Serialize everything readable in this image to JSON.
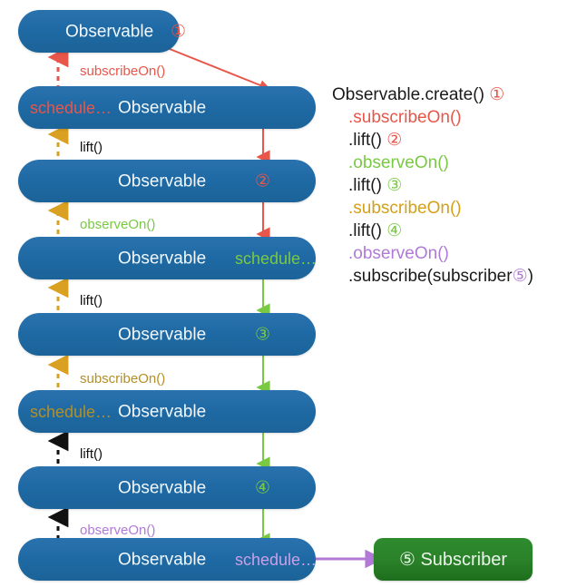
{
  "diagram": {
    "title": "RxJava Observable subscribeOn / observeOn chain",
    "colors": {
      "pill_blue": "#1f6aa5",
      "subscriber_green": "#2a8229",
      "red": "#e8564a",
      "gold": "#d9a021",
      "green": "#7ac943",
      "purple": "#b07ad6",
      "black": "#111111",
      "white": "#f2f7fb"
    },
    "rows": [
      {
        "id": "row-1",
        "observable_label": "Observable",
        "number": "①",
        "number_color": "#e8564a",
        "schedule_label": "",
        "schedule_color": ""
      },
      {
        "id": "row-2",
        "observable_label": "Observable",
        "number": "",
        "number_color": "",
        "schedule_label": "schedule…",
        "schedule_color": "#e8564a"
      },
      {
        "id": "row-3",
        "observable_label": "Observable",
        "number": "②",
        "number_color": "#e8564a",
        "schedule_label": "",
        "schedule_color": ""
      },
      {
        "id": "row-4",
        "observable_label": "Observable",
        "number": "",
        "number_color": "",
        "schedule_label": "schedule…",
        "schedule_color": "#7ac943"
      },
      {
        "id": "row-5",
        "observable_label": "Observable",
        "number": "③",
        "number_color": "#7ac943",
        "schedule_label": "",
        "schedule_color": ""
      },
      {
        "id": "row-6",
        "observable_label": "Observable",
        "number": "",
        "number_color": "",
        "schedule_label": "schedule…",
        "schedule_color": "#b39026"
      },
      {
        "id": "row-7",
        "observable_label": "Observable",
        "number": "④",
        "number_color": "#7ac943",
        "schedule_label": "",
        "schedule_color": ""
      },
      {
        "id": "row-8",
        "observable_label": "Observable",
        "number": "",
        "number_color": "",
        "schedule_label": "schedule…",
        "schedule_color": "#b07ad6"
      }
    ],
    "edge_labels": [
      {
        "id": "edge-1",
        "text": "subscribeOn()",
        "color": "#e8564a"
      },
      {
        "id": "edge-2",
        "text": "lift()",
        "color": "#111111"
      },
      {
        "id": "edge-3",
        "text": "observeOn()",
        "color": "#7ac943"
      },
      {
        "id": "edge-4",
        "text": "lift()",
        "color": "#111111"
      },
      {
        "id": "edge-5",
        "text": "subscribeOn()",
        "color": "#b39026"
      },
      {
        "id": "edge-6",
        "text": "lift()",
        "color": "#111111"
      },
      {
        "id": "edge-7",
        "text": "observeOn()",
        "color": "#b07ad6"
      }
    ],
    "subscriber": {
      "label": "⑤ Subscriber",
      "number": "⑤",
      "text": "Subscriber"
    },
    "code": {
      "lines": [
        {
          "id": "code-1",
          "text": "Observable.create() ①",
          "indent": false,
          "segments": [
            {
              "t": "Observable.create() ",
              "c": "#1a1a1a"
            },
            {
              "t": "①",
              "c": "#e8564a"
            }
          ]
        },
        {
          "id": "code-2",
          "text": ".subscribeOn()",
          "indent": true,
          "segments": [
            {
              "t": ".subscribeOn()",
              "c": "#e8564a"
            }
          ]
        },
        {
          "id": "code-3",
          "text": ".lift() ②",
          "indent": true,
          "segments": [
            {
              "t": ".lift() ",
              "c": "#1a1a1a"
            },
            {
              "t": "②",
              "c": "#e8564a"
            }
          ]
        },
        {
          "id": "code-4",
          "text": ".observeOn()",
          "indent": true,
          "segments": [
            {
              "t": ".observeOn()",
              "c": "#7ac943"
            }
          ]
        },
        {
          "id": "code-5",
          "text": ".lift() ③",
          "indent": true,
          "segments": [
            {
              "t": ".lift() ",
              "c": "#1a1a1a"
            },
            {
              "t": "③",
              "c": "#7ac943"
            }
          ]
        },
        {
          "id": "code-6",
          "text": ".subscribeOn()",
          "indent": true,
          "segments": [
            {
              "t": ".subscribeOn()",
              "c": "#d4a017"
            }
          ]
        },
        {
          "id": "code-7",
          "text": ".lift() ④",
          "indent": true,
          "segments": [
            {
              "t": ".lift() ",
              "c": "#1a1a1a"
            },
            {
              "t": "④",
              "c": "#7ac943"
            }
          ]
        },
        {
          "id": "code-8",
          "text": ".observeOn()",
          "indent": true,
          "segments": [
            {
              "t": ".observeOn()",
              "c": "#b07ad6"
            }
          ]
        },
        {
          "id": "code-9",
          "text": ".subscribe(subscriber ⑤ )",
          "indent": true,
          "segments": [
            {
              "t": ".subscribe(subscriber",
              "c": "#1a1a1a"
            },
            {
              "t": "⑤",
              "c": "#b07ad6"
            },
            {
              "t": ")",
              "c": "#1a1a1a"
            }
          ]
        }
      ]
    }
  }
}
